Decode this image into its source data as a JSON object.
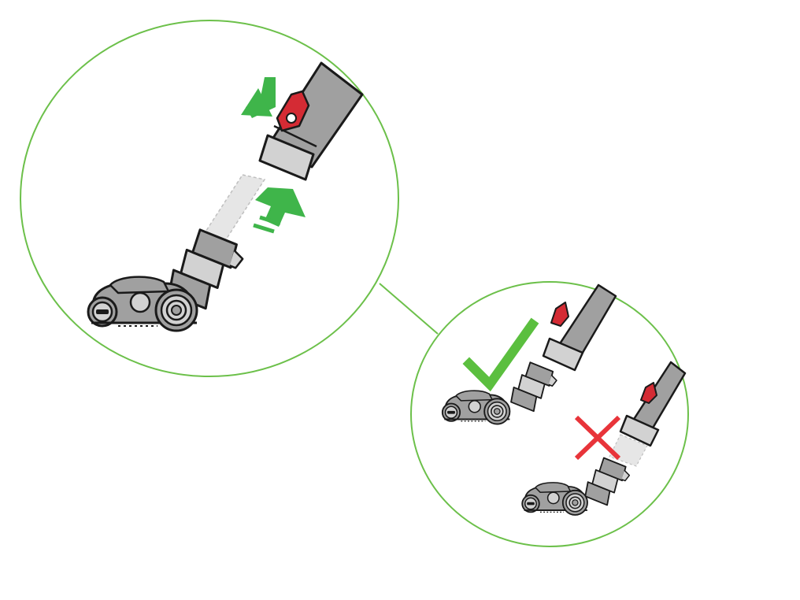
{
  "diagram": {
    "type": "instruction-illustration",
    "panels": [
      {
        "id": "detail",
        "subject": "wand-to-cleaner-head-connection",
        "action": "push-clip-and-insert-tube"
      },
      {
        "id": "correct",
        "result": "correct-fully-inserted",
        "mark": "check-mark"
      },
      {
        "id": "incorrect",
        "result": "incorrect-not-fully-inserted",
        "mark": "cross-mark"
      }
    ]
  },
  "colors": {
    "circle_outline": "#6cc04a",
    "arrow": "#3fb54a",
    "check": "#5bbf3f",
    "cross": "#e8343a",
    "wand_gray": "#a0a0a0",
    "wand_light": "#d2d2d2",
    "tube_light": "#e6e6e6",
    "latch_red": "#d42b34",
    "outline": "#1a1a1a",
    "white": "#ffffff"
  },
  "icons": {
    "press": "arrow-down-right-icon",
    "insert": "arrow-up-right-icon",
    "correct": "check-mark-icon",
    "incorrect": "cross-mark-icon"
  }
}
